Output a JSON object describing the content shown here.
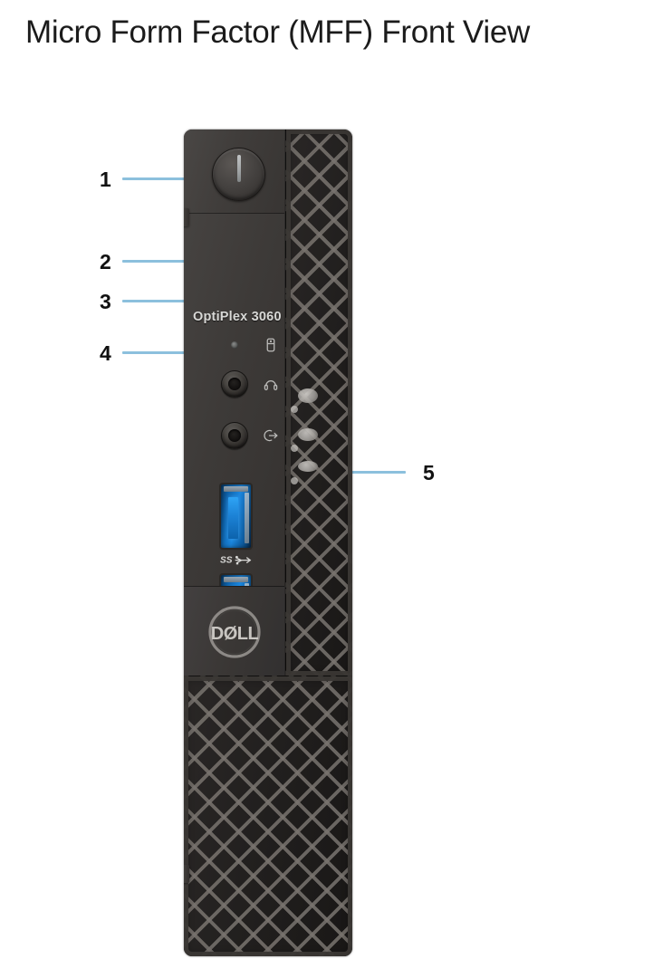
{
  "page": {
    "title": "Micro Form Factor (MFF) Front View",
    "background_color": "#ffffff"
  },
  "device": {
    "brand": "Dell",
    "model_label": "OptiPlex 3060",
    "form_factor": "Micro Form Factor (MFF)",
    "view": "Front View",
    "chassis_color": "#3a3735"
  },
  "callouts": [
    {
      "number": "1",
      "target": "power-button"
    },
    {
      "number": "2",
      "target": "hard-drive-activity-light"
    },
    {
      "number": "3",
      "target": "headset-port"
    },
    {
      "number": "4",
      "target": "line-out-port"
    },
    {
      "number": "5",
      "target": "usb-3-ports"
    }
  ],
  "ports": {
    "usb_label": "SS",
    "usb_count": 2,
    "usb_port_color": "#1b86dd"
  },
  "icons": {
    "power": "power-icon",
    "hard_drive": "hard-drive-icon",
    "headset": "headset-icon",
    "line_out": "line-out-icon",
    "superspeed": "superspeed-usb-icon",
    "dell_logo": "dell-logo-icon"
  },
  "colors": {
    "leader_line": "#8cc0dd",
    "callout_text": "#111111",
    "title_text": "#1b1b1b",
    "usb_blue": "#1b86dd"
  }
}
